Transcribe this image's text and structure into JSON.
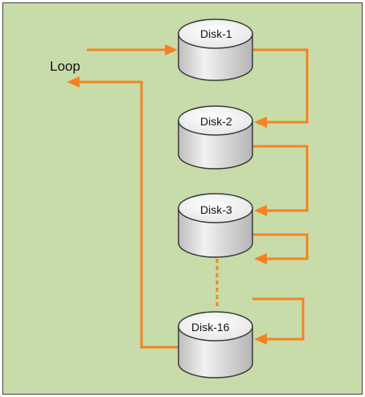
{
  "diagram": {
    "loop_label": "Loop",
    "disks": [
      {
        "label": "Disk-1"
      },
      {
        "label": "Disk-2"
      },
      {
        "label": "Disk-3"
      },
      {
        "label": "Disk-16"
      }
    ],
    "colors": {
      "background": "#c8dcaa",
      "border": "#3f3f3f",
      "arrow": "#f58220",
      "disk_top": "#ffffff",
      "disk_body": "#d9d9d9",
      "disk_stroke": "#3a3a3a"
    }
  }
}
